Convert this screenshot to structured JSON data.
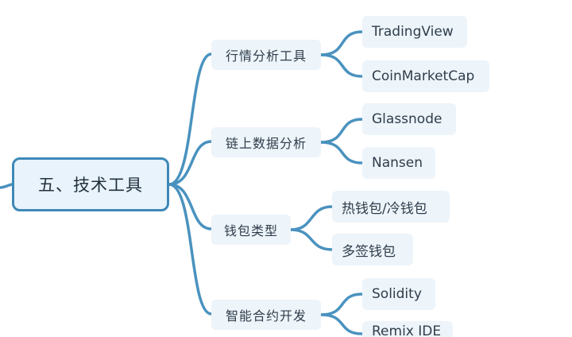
{
  "mindmap": {
    "root": {
      "label": "五、技术工具"
    },
    "branches": [
      {
        "label": "行情分析工具",
        "children": [
          {
            "label": "TradingView"
          },
          {
            "label": "CoinMarketCap"
          }
        ]
      },
      {
        "label": "链上数据分析",
        "children": [
          {
            "label": "Glassnode"
          },
          {
            "label": "Nansen"
          }
        ]
      },
      {
        "label": "钱包类型",
        "children": [
          {
            "label": "热钱包/冷钱包"
          },
          {
            "label": "多签钱包"
          }
        ]
      },
      {
        "label": "智能合约开发",
        "children": [
          {
            "label": "Solidity"
          },
          {
            "label": "Remix IDE"
          }
        ]
      }
    ]
  },
  "colors": {
    "connector": "#4a92bf",
    "root_border": "#3e89b8",
    "root_fill": "#e9f3fb",
    "node_fill": "#edf4fa",
    "text": "#2f3d4a"
  }
}
